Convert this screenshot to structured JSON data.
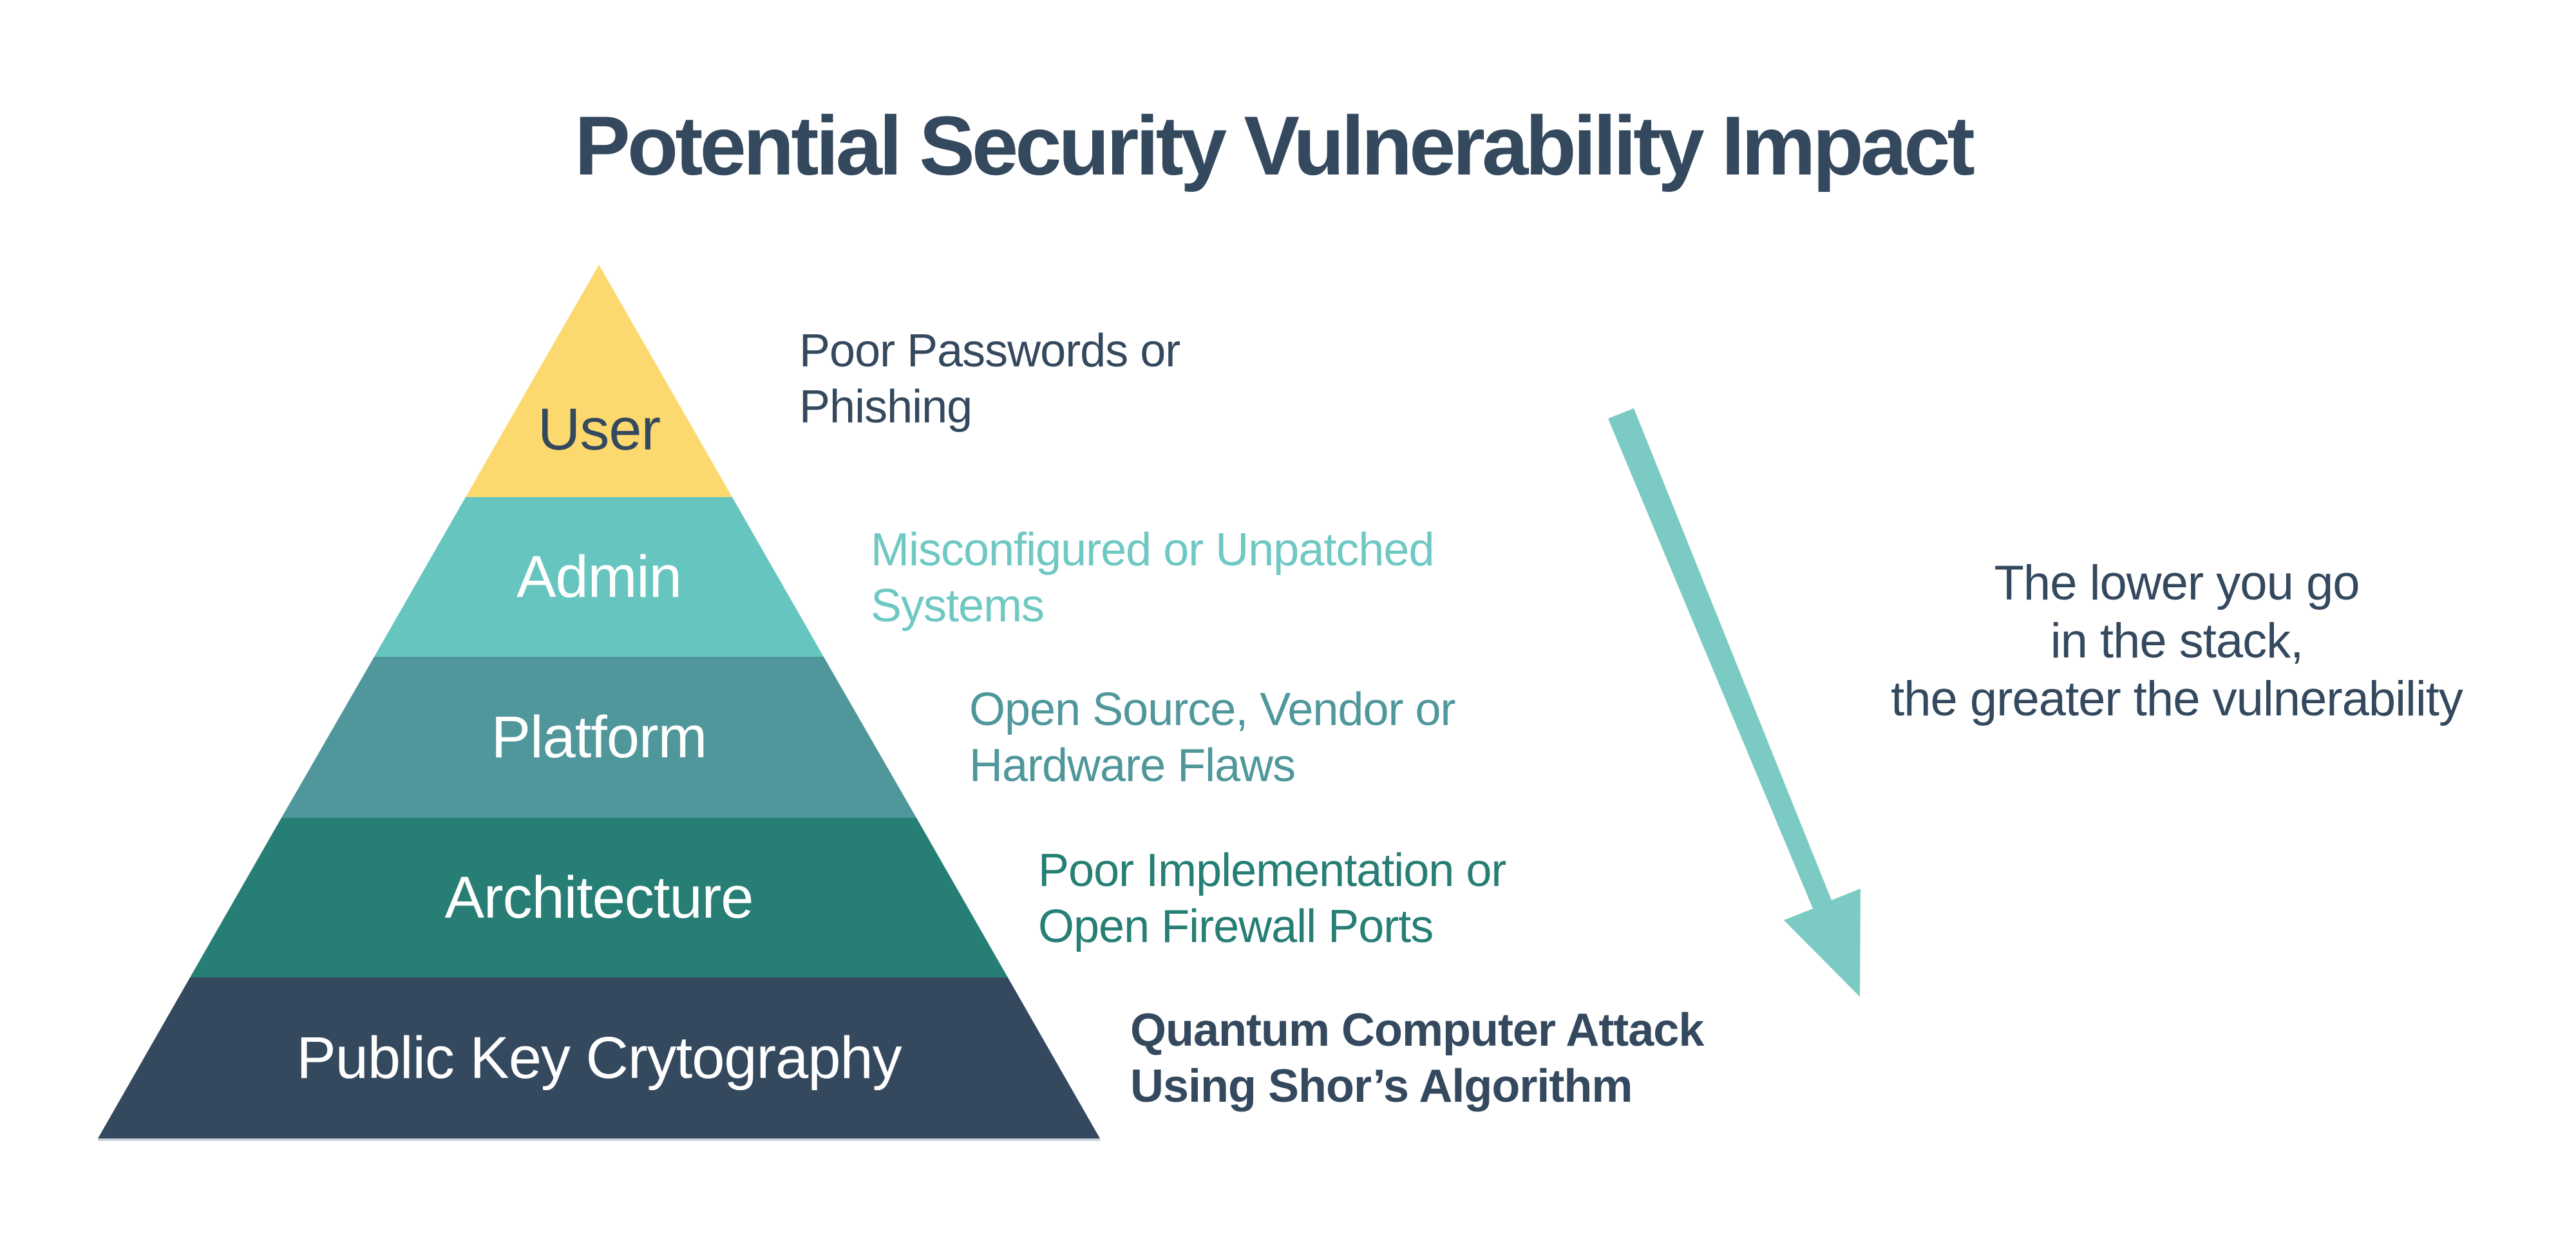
{
  "title": "Potential Security Vulnerability Impact",
  "palette": {
    "title_text": "#34495E",
    "background": "#FFFFFF",
    "arrow": "#7BCBC4",
    "base_shadow": "#CCD2DC"
  },
  "pyramid": {
    "layers": [
      {
        "label": "User",
        "color": "#FCD96F",
        "label_color": "#34495E",
        "description": "Poor Passwords or\nPhishing",
        "description_color": "#34495E"
      },
      {
        "label": "Admin",
        "color": "#67C5C0",
        "label_color": "#FFFFFF",
        "description": "Misconfigured or Unpatched\nSystems",
        "description_color": "#6FC8C2"
      },
      {
        "label": "Platform",
        "color": "#4F979B",
        "label_color": "#FFFFFF",
        "description": "Open Source, Vendor or\nHardware Flaws",
        "description_color": "#4F979B"
      },
      {
        "label": "Architecture",
        "color": "#267E74",
        "label_color": "#FFFFFF",
        "description": "Poor Implementation or\nOpen Firewall Ports",
        "description_color": "#267E74"
      },
      {
        "label": "Public Key Crytography",
        "color": "#34495E",
        "label_color": "#FFFFFF",
        "description": "Quantum Computer Attack\nUsing Shor’s Algorithm",
        "description_color": "#34495E"
      }
    ]
  },
  "annotation": {
    "text": "The lower you go\nin the stack,\nthe greater the vulnerability",
    "color": "#34495E"
  }
}
